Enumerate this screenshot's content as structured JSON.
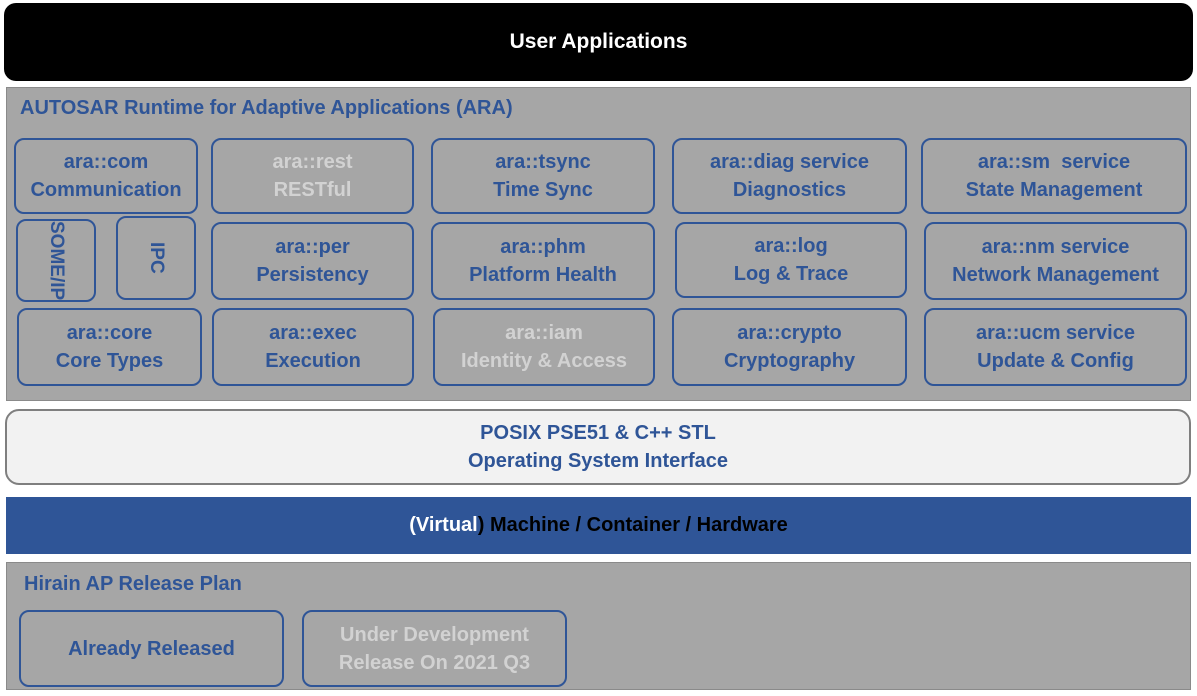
{
  "user_applications": "User Applications",
  "ara": {
    "title": "AUTOSAR Runtime for Adaptive Applications (ARA)",
    "modules": {
      "com": {
        "line1": "ara::com",
        "line2": "Communication"
      },
      "rest": {
        "line1": "ara::rest",
        "line2": "RESTful"
      },
      "tsync": {
        "line1": "ara::tsync",
        "line2": "Time Sync"
      },
      "diag": {
        "line1": "ara::diag service",
        "line2": "Diagnostics"
      },
      "sm": {
        "line1": "ara::sm  service",
        "line2": "State Management"
      },
      "someip": {
        "label": "SOME/IP"
      },
      "ipc": {
        "label": "IPC"
      },
      "per": {
        "line1": "ara::per",
        "line2": "Persistency"
      },
      "phm": {
        "line1": "ara::phm",
        "line2": "Platform Health"
      },
      "log": {
        "line1": "ara::log",
        "line2": "Log & Trace"
      },
      "nm": {
        "line1": "ara::nm service",
        "line2": "Network Management"
      },
      "core": {
        "line1": "ara::core",
        "line2": "Core Types"
      },
      "exec": {
        "line1": "ara::exec",
        "line2": "Execution"
      },
      "iam": {
        "line1": "ara::iam",
        "line2": "Identity & Access"
      },
      "crypto": {
        "line1": "ara::crypto",
        "line2": "Cryptography"
      },
      "ucm": {
        "line1": "ara::ucm service",
        "line2": "Update & Config"
      }
    }
  },
  "posix": {
    "line1": "POSIX PSE51 & C++ STL",
    "line2": "Operating System Interface"
  },
  "machine": {
    "open_paren": "(",
    "virtual": "Virtual",
    "rest": ") Machine / Container / Hardware"
  },
  "release_plan": {
    "title": "Hirain AP Release Plan",
    "released": "Already Released",
    "under_dev": {
      "line1": "Under Development",
      "line2": "Release On 2021 Q3"
    }
  },
  "colors": {
    "released_text": "#2f5597",
    "unreleased_text": "#d2d2d2",
    "panel_gray": "#a6a6a6",
    "machine_blue": "#2f5597"
  }
}
